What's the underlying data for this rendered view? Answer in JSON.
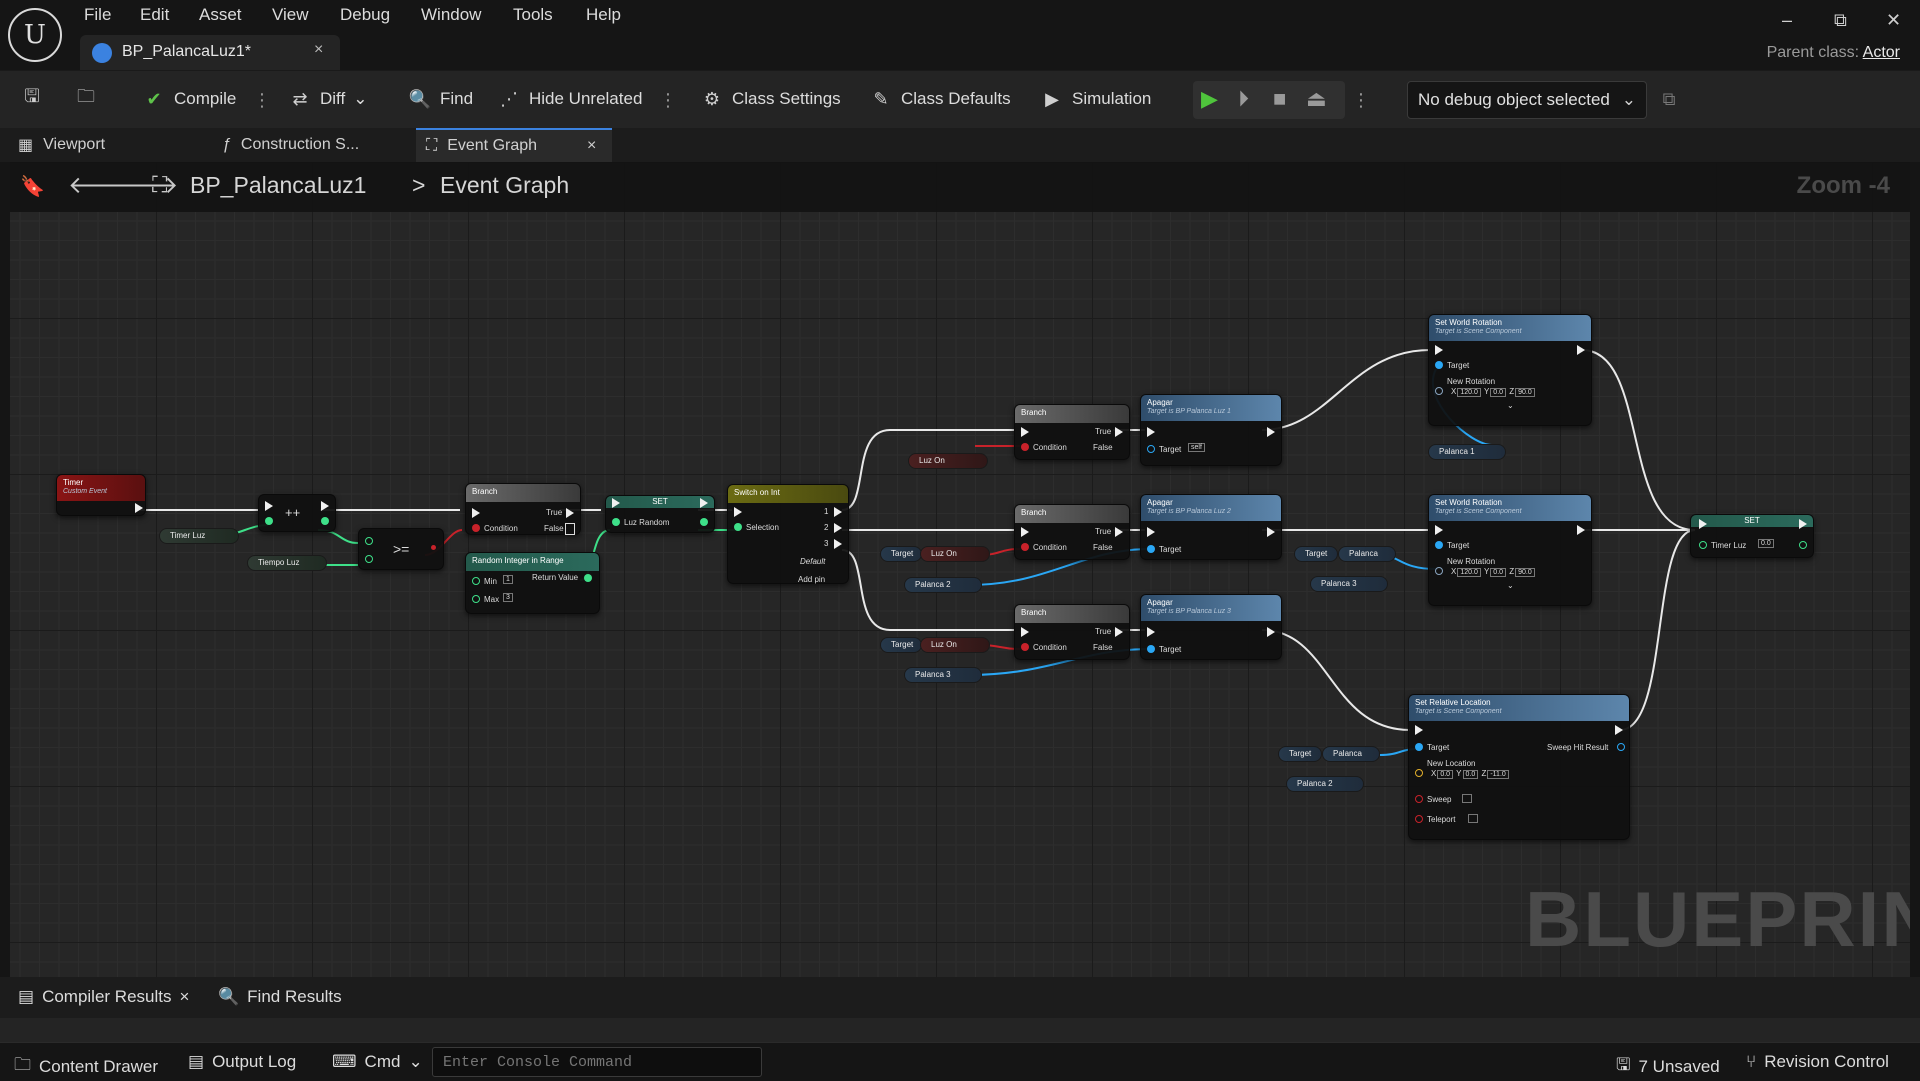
{
  "menu": [
    "File",
    "Edit",
    "Asset",
    "View",
    "Debug",
    "Window",
    "Tools",
    "Help"
  ],
  "document_tab": {
    "title": "BP_PalancaLuz1*",
    "close": "×"
  },
  "window_controls": {
    "minimize": "–",
    "restore": "⧉",
    "close": "✕"
  },
  "parent_class": {
    "label": "Parent class:",
    "value": "Actor"
  },
  "toolbar": {
    "compile": "Compile",
    "diff": "Diff",
    "find": "Find",
    "hide_unrelated": "Hide Unrelated",
    "class_settings": "Class Settings",
    "class_defaults": "Class Defaults",
    "simulation": "Simulation",
    "debug_object": "No debug object selected"
  },
  "editor_tabs": [
    {
      "label": "Viewport"
    },
    {
      "label": "Construction S..."
    },
    {
      "label": "Event Graph",
      "close": "×"
    }
  ],
  "graph_header": {
    "breadcrumb_root": "BP_PalancaLuz1",
    "separator": ">",
    "breadcrumb_current": "Event Graph",
    "zoom": "Zoom -4"
  },
  "watermark": "BLUEPRINT",
  "nodes": {
    "timer": {
      "title": "Timer",
      "subtitle": "Custom Event"
    },
    "increment": {
      "title": "++"
    },
    "compare": {
      "title": ">="
    },
    "branch1": {
      "title": "Branch",
      "condition": "Condition",
      "true": "True",
      "false": "False"
    },
    "random": {
      "title": "Random Integer in Range",
      "min": "Min",
      "min_val": "1",
      "max": "Max",
      "max_val": "3",
      "return": "Return Value"
    },
    "set1": {
      "title": "SET",
      "pin": "Luz Random"
    },
    "switch": {
      "title": "Switch on Int",
      "selection": "Selection",
      "p1": "1",
      "p2": "2",
      "p3": "3",
      "default": "Default",
      "add_pin": "Add pin"
    },
    "branch_a": {
      "title": "Branch",
      "condition": "Condition",
      "true": "True",
      "false": "False"
    },
    "branch_b": {
      "title": "Branch",
      "condition": "Condition",
      "true": "True",
      "false": "False"
    },
    "branch_c": {
      "title": "Branch",
      "condition": "Condition",
      "true": "True",
      "false": "False"
    },
    "apagar1": {
      "title": "Apagar",
      "subtitle": "Target is BP Palanca Luz 1",
      "target": "Target",
      "target_val": "self"
    },
    "apagar2": {
      "title": "Apagar",
      "subtitle": "Target is BP Palanca Luz 2",
      "target": "Target"
    },
    "apagar3": {
      "title": "Apagar",
      "subtitle": "Target is BP Palanca Luz 3",
      "target": "Target"
    },
    "swr1": {
      "title": "Set World Rotation",
      "subtitle": "Target is Scene Component",
      "target": "Target",
      "new_rotation": "New Rotation",
      "x": "120.0",
      "y": "0.0",
      "z": "90.0"
    },
    "swr2": {
      "title": "Set World Rotation",
      "subtitle": "Target is Scene Component",
      "target": "Target",
      "new_rotation": "New Rotation",
      "x": "120.0",
      "y": "0.0",
      "z": "90.0"
    },
    "srl": {
      "title": "Set Relative Location",
      "subtitle": "Target is Scene Component",
      "target": "Target",
      "sweep_hit": "Sweep Hit Result",
      "new_location": "New Location",
      "x": "0.0",
      "y": "0.0",
      "z": "-11.0",
      "sweep": "Sweep",
      "teleport": "Teleport"
    },
    "set_final": {
      "title": "SET",
      "pin": "Timer Luz",
      "val": "0.0"
    }
  },
  "variables": {
    "timer_luz": "Timer Luz",
    "tiempo_luz": "Tiempo Luz",
    "luz_on_a": "Luz On",
    "target_b": "Target",
    "luz_on_b": "Luz On",
    "palanca2_b": "Palanca 2",
    "target_c": "Target",
    "luz_on_c": "Luz On",
    "palanca3_c": "Palanca 3",
    "palanca1": "Palanca 1",
    "target_p3": "Target",
    "palanca_p3": "Palanca",
    "palanca3": "Palanca 3",
    "target_p2": "Target",
    "palanca_p2": "Palanca",
    "palanca2": "Palanca 2"
  },
  "bottom_tabs": {
    "compiler_results": "Compiler Results",
    "close": "×",
    "find_results": "Find Results"
  },
  "statusbar": {
    "content_drawer": "Content Drawer",
    "output_log": "Output Log",
    "cmd": "Cmd",
    "console_placeholder": "Enter Console Command",
    "unsaved": "7 Unsaved",
    "revision_control": "Revision Control"
  }
}
